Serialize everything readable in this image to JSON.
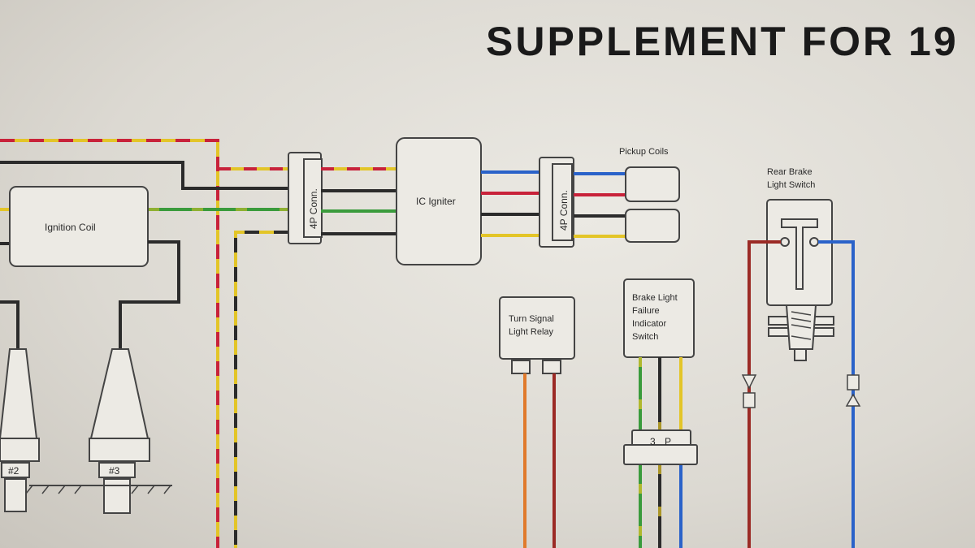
{
  "header": {
    "title": "SUPPLEMENT   FOR   19"
  },
  "components": {
    "ignition_coil": "Ignition Coil",
    "conn_left": "4P Conn.",
    "ic_igniter": "IC Igniter",
    "conn_right": "4P Conn.",
    "pickup_coils": "Pickup Coils",
    "rear_brake_switch": [
      "Rear Brake",
      "Light Switch"
    ],
    "turn_signal_relay": [
      "Turn Signal",
      "Light Relay"
    ],
    "brake_failure_switch": [
      "Brake Light",
      "Failure",
      "Indicator",
      "Switch"
    ],
    "connector_3p": "3 P",
    "plug_2": "#2",
    "plug_3": "#3"
  },
  "wire_colors": {
    "black": "#2b2b2b",
    "yellow": "#e3c528",
    "red": "#c8223a",
    "green": "#3a9b3c",
    "blue": "#2a62c9",
    "orange": "#e07a2c",
    "brown_red": "#9b2a25"
  }
}
